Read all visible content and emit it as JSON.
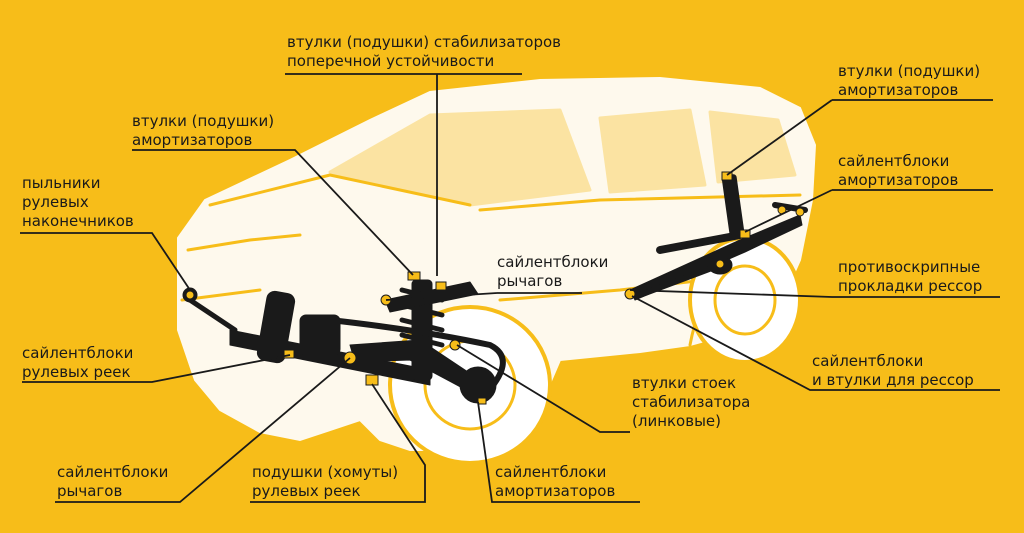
{
  "colors": {
    "background": "#f7bd19",
    "car_body": "#ffffff",
    "suspension_parts": "#1a1a1a",
    "bushings": "#f7bd19",
    "leader_lines": "#1a1a1a"
  },
  "labels": {
    "stabilizer_bushings": [
      "втулки (подушки) стабилизаторов",
      "поперечной устойчивости"
    ],
    "shock_bushings_left": [
      "втулки (подушки)",
      "амортизаторов"
    ],
    "shock_bushings_right": [
      "втулки (подушки)",
      "амортизаторов"
    ],
    "tie_rod_boots": [
      "пыльники",
      "рулевых",
      "наконечников"
    ],
    "arm_silentblocks_center": [
      "сайлентблоки",
      "рычагов"
    ],
    "shock_silentblocks_right": [
      "сайлентблоки",
      "амортизаторов"
    ],
    "anti_squeak_pads": [
      "противоскрипные",
      "прокладки рессор"
    ],
    "rack_silentblocks": [
      "сайлентблоки",
      "рулевых реек"
    ],
    "spring_silentblocks": [
      "сайлентблоки",
      "и втулки для рессор"
    ],
    "stabilizer_link_bushings": [
      "втулки стоек",
      "стабилизатора",
      "(линковые)"
    ],
    "arm_silentblocks_bottom": [
      "сайлентблоки",
      "рычагов"
    ],
    "rack_pads": [
      "подушки (хомуты)",
      "рулевых реек"
    ],
    "shock_silentblocks_bottom": [
      "сайлентблоки",
      "амортизаторов"
    ]
  }
}
